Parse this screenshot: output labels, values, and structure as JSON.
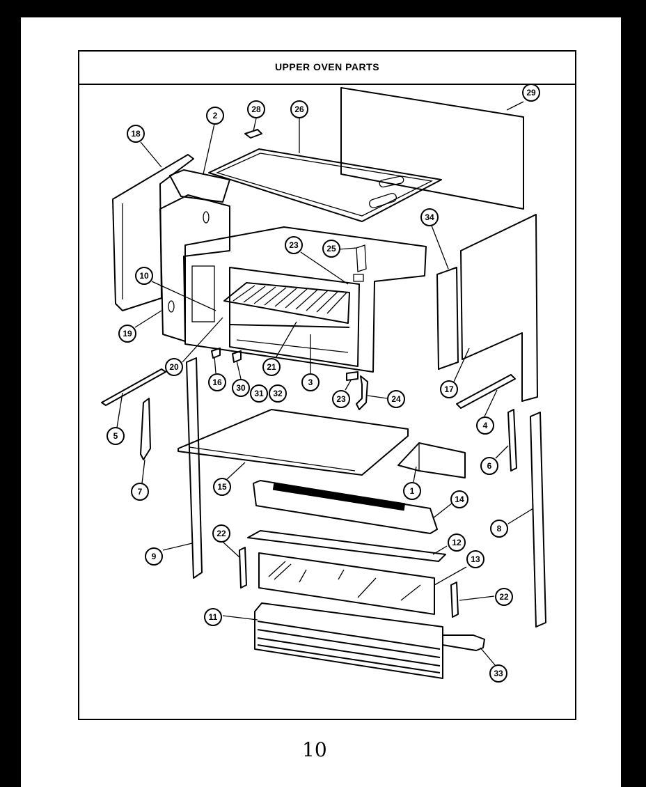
{
  "title": "UPPER OVEN PARTS",
  "page_number": "10",
  "callouts": [
    {
      "id": "c29",
      "label": "29"
    },
    {
      "id": "c28",
      "label": "28"
    },
    {
      "id": "c26",
      "label": "26"
    },
    {
      "id": "c2",
      "label": "2"
    },
    {
      "id": "c18",
      "label": "18"
    },
    {
      "id": "c34",
      "label": "34"
    },
    {
      "id": "c23a",
      "label": "23"
    },
    {
      "id": "c25",
      "label": "25"
    },
    {
      "id": "c10",
      "label": "10"
    },
    {
      "id": "c19",
      "label": "19"
    },
    {
      "id": "c20",
      "label": "20"
    },
    {
      "id": "c16",
      "label": "16"
    },
    {
      "id": "c30",
      "label": "30"
    },
    {
      "id": "c31",
      "label": "31"
    },
    {
      "id": "c32",
      "label": "32"
    },
    {
      "id": "c21",
      "label": "21"
    },
    {
      "id": "c3",
      "label": "3"
    },
    {
      "id": "c23b",
      "label": "23"
    },
    {
      "id": "c24",
      "label": "24"
    },
    {
      "id": "c17",
      "label": "17"
    },
    {
      "id": "c5",
      "label": "5"
    },
    {
      "id": "c4",
      "label": "4"
    },
    {
      "id": "c7",
      "label": "7"
    },
    {
      "id": "c15",
      "label": "15"
    },
    {
      "id": "c1",
      "label": "1"
    },
    {
      "id": "c6",
      "label": "6"
    },
    {
      "id": "c14",
      "label": "14"
    },
    {
      "id": "c9",
      "label": "9"
    },
    {
      "id": "c22a",
      "label": "22"
    },
    {
      "id": "c12",
      "label": "12"
    },
    {
      "id": "c13",
      "label": "13"
    },
    {
      "id": "c8",
      "label": "8"
    },
    {
      "id": "c22b",
      "label": "22"
    },
    {
      "id": "c11",
      "label": "11"
    },
    {
      "id": "c33",
      "label": "33"
    }
  ]
}
